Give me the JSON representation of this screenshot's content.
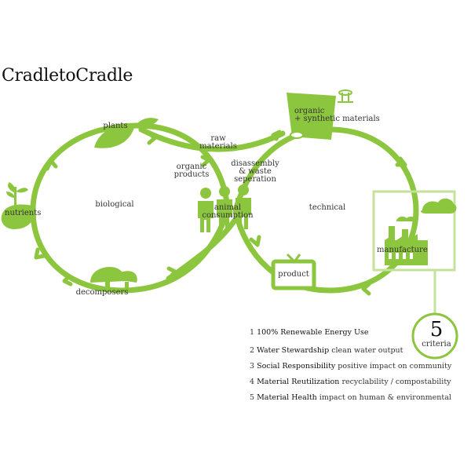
{
  "title": "CradletoCradle",
  "colors": {
    "accent": "#8cc63f",
    "accent_light": "#c5e29b",
    "text": "#333333"
  },
  "cycles": {
    "biological": "biological",
    "technical": "technical"
  },
  "nodes": {
    "plants": "plants",
    "nutrients": "nutrients",
    "decomposers": "decomposers",
    "raw_materials": [
      "raw",
      "materials"
    ],
    "organic_products": [
      "organic",
      "products"
    ],
    "disassembly": [
      "disassembly",
      "& waste",
      "seperation"
    ],
    "animal_consumption": [
      "animal",
      "consumption"
    ],
    "organic_synthetic": [
      "organic",
      "+ synthetic materials"
    ],
    "manufacture": "manufacture",
    "product": "product"
  },
  "criteria_badge": {
    "number": "5",
    "label": "criteria"
  },
  "criteria": [
    {
      "num": "1",
      "title": "100% Renewable Energy Use",
      "desc": ""
    },
    {
      "num": "2",
      "title": "Water Stewardship",
      "desc": "clean water output"
    },
    {
      "num": "3",
      "title": "Social Responsibility",
      "desc": "positive impact on community"
    },
    {
      "num": "4",
      "title": "Material Reutilization",
      "desc": "recyclability / compostability"
    },
    {
      "num": "5",
      "title": "Material Health",
      "desc": "impact on human & environmental"
    }
  ]
}
